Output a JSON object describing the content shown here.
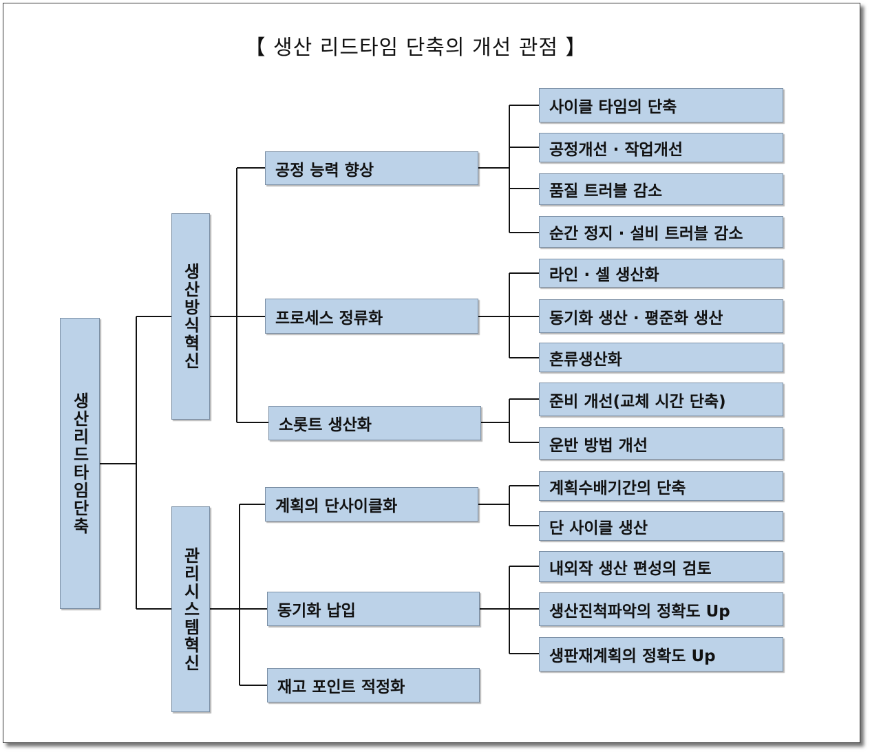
{
  "title": "【 생산 리드타임 단축의 개선 관점 】",
  "root": "생산리드타임단축",
  "branches": [
    {
      "label": "생산방식혁신",
      "items": [
        {
          "label": "공정 능력 향상",
          "leaves": [
            "사이클 타임의 단축",
            "공정개선 · 작업개선",
            "품질 트러블 감소",
            "순간 정지 · 설비 트러블 감소"
          ]
        },
        {
          "label": "프로세스 정류화",
          "leaves": [
            "라인 · 셀 생산화",
            "동기화 생산 · 평준화 생산",
            "혼류생산화"
          ]
        },
        {
          "label": "소롯트 생산화",
          "leaves": [
            "준비 개선(교체 시간 단축)",
            "운반 방법 개선"
          ]
        }
      ]
    },
    {
      "label": "관리시스템혁신",
      "items": [
        {
          "label": "계획의 단사이클화",
          "leaves": [
            "계획수배기간의 단축",
            "단 사이클 생산"
          ]
        },
        {
          "label": "동기화 납입",
          "leaves": [
            "내외작 생산 편성의 검토",
            "생산진척파악의 정확도 Up",
            "생판재계획의 정확도 Up"
          ]
        },
        {
          "label": "재고 포인트 적정화",
          "leaves": []
        }
      ]
    }
  ]
}
